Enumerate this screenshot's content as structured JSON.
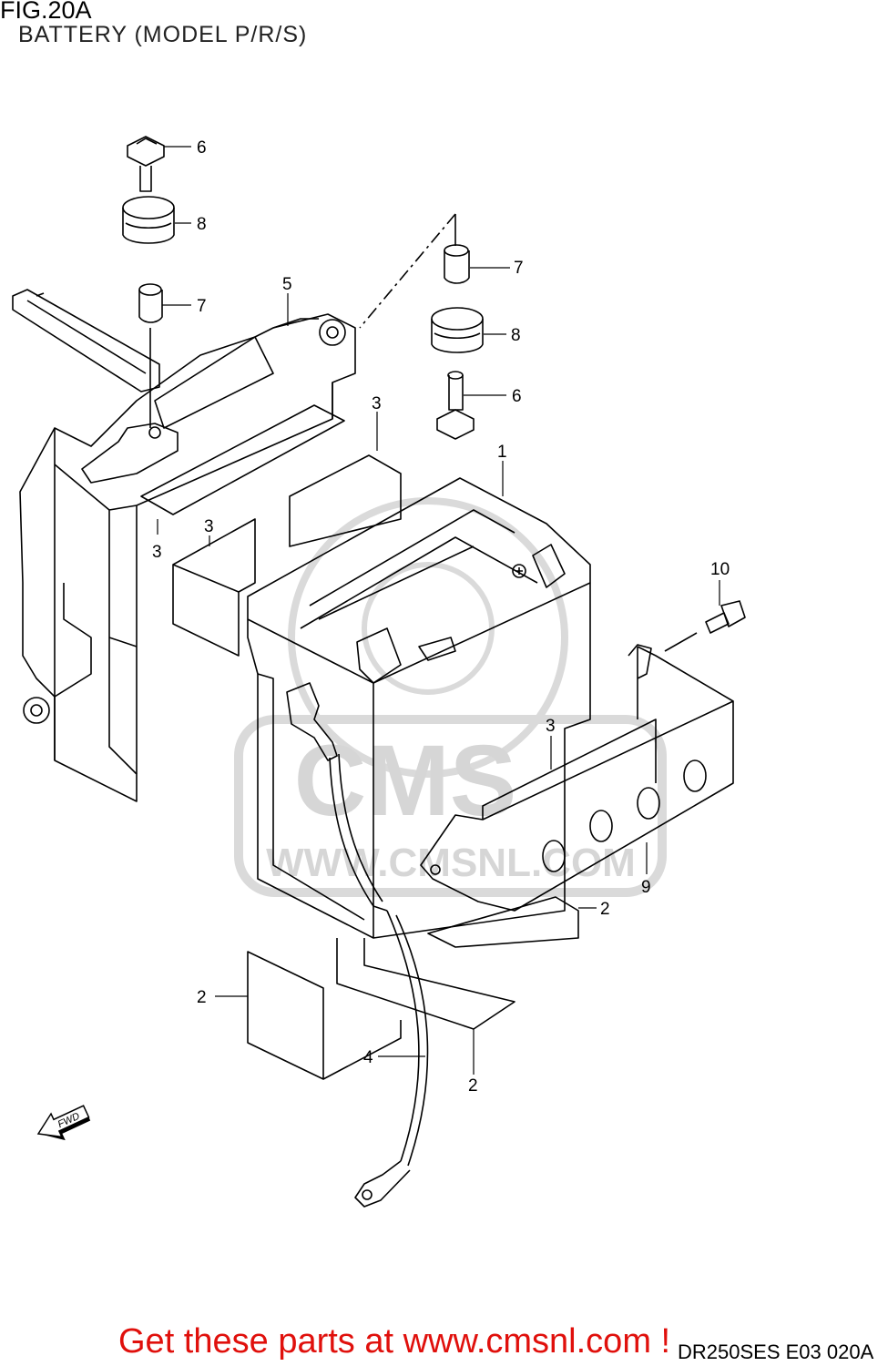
{
  "figure": {
    "title": "FIG.20A",
    "subtitle": "BATTERY (MODEL P/R/S)",
    "model_code": "DR250SES E03  020A",
    "promo": "Get these parts at www.cmsnl.com !"
  },
  "watermark": {
    "logo_text": "CMS",
    "url_text": "WWW.CMSNL.COM"
  },
  "direction_arrow": {
    "label": "FWD"
  },
  "callouts": [
    {
      "id": "c6a",
      "text": "6"
    },
    {
      "id": "c8a",
      "text": "8"
    },
    {
      "id": "c7a",
      "text": "7"
    },
    {
      "id": "c5",
      "text": "5"
    },
    {
      "id": "c7b",
      "text": "7"
    },
    {
      "id": "c8b",
      "text": "8"
    },
    {
      "id": "c6b",
      "text": "6"
    },
    {
      "id": "c3a",
      "text": "3"
    },
    {
      "id": "c1",
      "text": "1"
    },
    {
      "id": "c3b",
      "text": "3"
    },
    {
      "id": "c3c",
      "text": "3"
    },
    {
      "id": "c10",
      "text": "10"
    },
    {
      "id": "c3d",
      "text": "3"
    },
    {
      "id": "c9",
      "text": "9"
    },
    {
      "id": "c2a",
      "text": "2"
    },
    {
      "id": "c2b",
      "text": "2"
    },
    {
      "id": "c4",
      "text": "4"
    },
    {
      "id": "c2c",
      "text": "2"
    }
  ],
  "colors": {
    "line": "#000000",
    "watermark": "#d6d6d6",
    "promo": "#e0100c"
  }
}
